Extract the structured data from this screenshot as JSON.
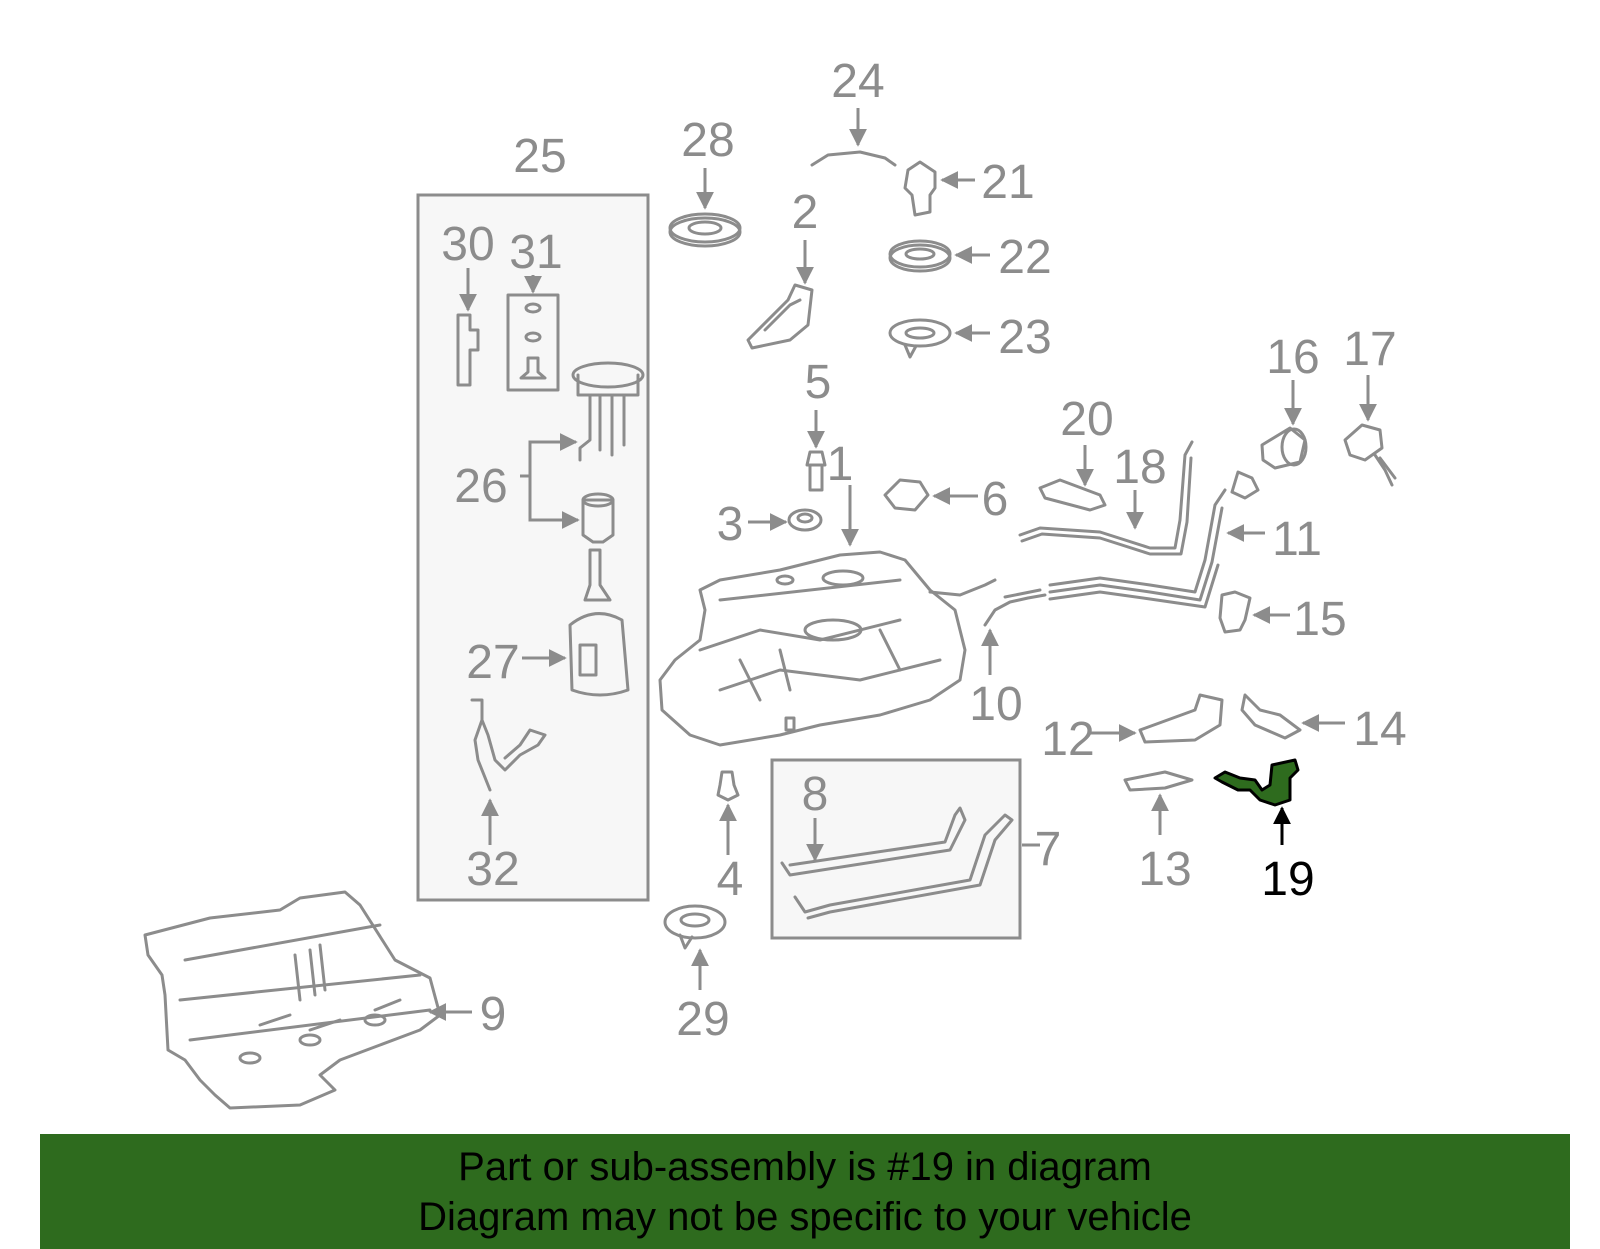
{
  "callouts": {
    "c1": "1",
    "c2": "2",
    "c3": "3",
    "c4": "4",
    "c5": "5",
    "c6": "6",
    "c7": "7",
    "c8": "8",
    "c9": "9",
    "c10": "10",
    "c11": "11",
    "c12": "12",
    "c13": "13",
    "c14": "14",
    "c15": "15",
    "c16": "16",
    "c17": "17",
    "c18": "18",
    "c19": "19",
    "c20": "20",
    "c21": "21",
    "c22": "22",
    "c23": "23",
    "c24": "24",
    "c25": "25",
    "c26": "26",
    "c27": "27",
    "c28": "28",
    "c29": "29",
    "c30": "30",
    "c31": "31",
    "c32": "32"
  },
  "highlight": {
    "part_number": "19",
    "color": "#2e6b1e"
  },
  "banner": {
    "line1": "Part or sub-assembly is #19 in diagram",
    "line2": "Diagram may not be specific to your vehicle",
    "color": "#2e6b1e"
  },
  "colors": {
    "line": "#8c8c8c",
    "highlight_label": "#000000"
  }
}
